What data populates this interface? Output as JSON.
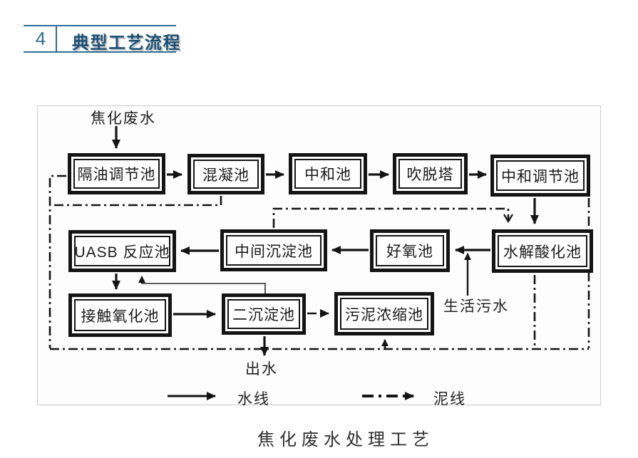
{
  "header": {
    "number": "4",
    "title": "典型工艺流程"
  },
  "diagram": {
    "nodes": {
      "oil_separation": "隔油调节池",
      "coagulation": "混凝池",
      "neutralization": "中和池",
      "stripping": "吹脱塔",
      "neutral_regulation": "中和调节池",
      "uasb": "UASB 反应池",
      "mid_sedimentation": "中间沉淀池",
      "aerobic": "好氧池",
      "hydrolysis": "水解酸化池",
      "contact_oxidation": "接触氧化池",
      "secondary_sedimentation": "二沉淀池",
      "sludge_thickening": "污泥浓缩池"
    },
    "labels": {
      "influent": "焦化废水",
      "domestic_sewage": "生活污水",
      "effluent": "出水"
    },
    "legend": {
      "water_line": "水线",
      "sludge_line": "泥线"
    },
    "caption": "焦化废水处理工艺"
  },
  "colors": {
    "accent": "#2e6d96",
    "title_text": "#1b5074",
    "diagram_line": "#141414"
  }
}
